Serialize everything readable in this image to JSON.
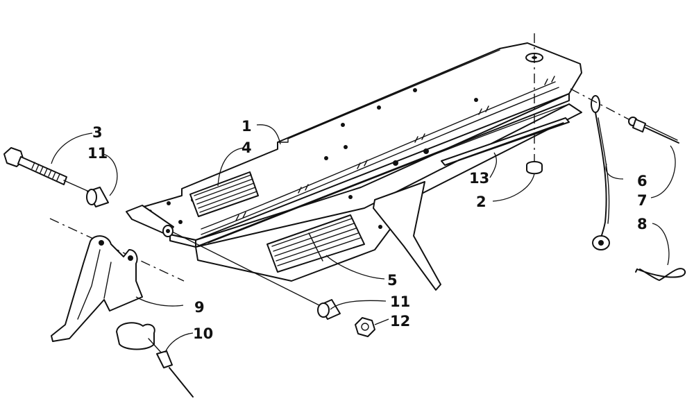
{
  "diagram": {
    "callouts": [
      {
        "id": "c1",
        "text": "1"
      },
      {
        "id": "c2",
        "text": "2"
      },
      {
        "id": "c3",
        "text": "3"
      },
      {
        "id": "c4",
        "text": "4"
      },
      {
        "id": "c5",
        "text": "5"
      },
      {
        "id": "c6",
        "text": "6"
      },
      {
        "id": "c7",
        "text": "7"
      },
      {
        "id": "c8",
        "text": "8"
      },
      {
        "id": "c9",
        "text": "9"
      },
      {
        "id": "c10",
        "text": "10"
      },
      {
        "id": "c11a",
        "text": "11"
      },
      {
        "id": "c11b",
        "text": "11"
      },
      {
        "id": "c12",
        "text": "12"
      },
      {
        "id": "c13",
        "text": "13"
      }
    ]
  }
}
